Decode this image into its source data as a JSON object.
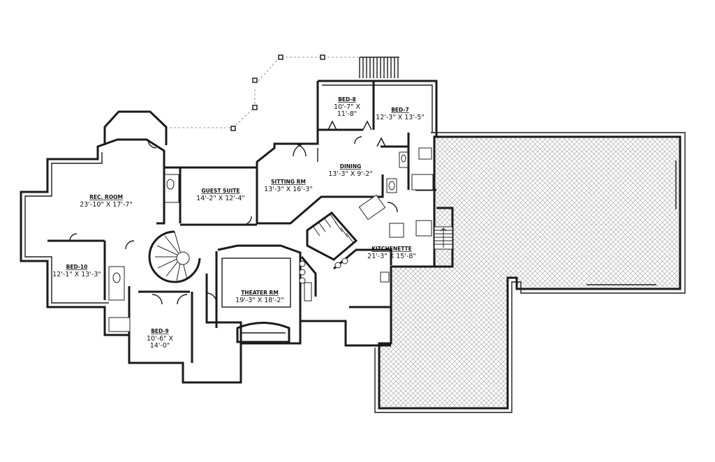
{
  "plan": {
    "rooms": [
      {
        "id": "bed-8",
        "name": "BED-8",
        "dims": [
          "10'-7\" X",
          "11'-8\""
        ]
      },
      {
        "id": "bed-7",
        "name": "BED-7",
        "dims": [
          "12'-3\" X 13'-5\""
        ]
      },
      {
        "id": "dining",
        "name": "DINING",
        "dims": [
          "13'-3\" X 9'-2\""
        ]
      },
      {
        "id": "sitting-rm",
        "name": "SITTING RM",
        "dims": [
          "13'-3\" X 16'-3\""
        ]
      },
      {
        "id": "guest-suite",
        "name": "GUEST SUITE",
        "dims": [
          "14'-2\" X 12'-4\""
        ]
      },
      {
        "id": "rec-room",
        "name": "REC. ROOM",
        "dims": [
          "23'-10\" X 17'-7\""
        ]
      },
      {
        "id": "bed-10",
        "name": "BED-10",
        "dims": [
          "12'-1\" X 13'-3\""
        ]
      },
      {
        "id": "theater-rm",
        "name": "THEATER RM",
        "dims": [
          "19'-3\" X 18'-2\""
        ]
      },
      {
        "id": "kitchenette",
        "name": "KITCHENETTE",
        "dims": [
          "21'-3\" X 15'-8\""
        ]
      },
      {
        "id": "bed-9",
        "name": "BED-9",
        "dims": [
          "10'-6\" X",
          "14'-0\""
        ]
      }
    ]
  }
}
